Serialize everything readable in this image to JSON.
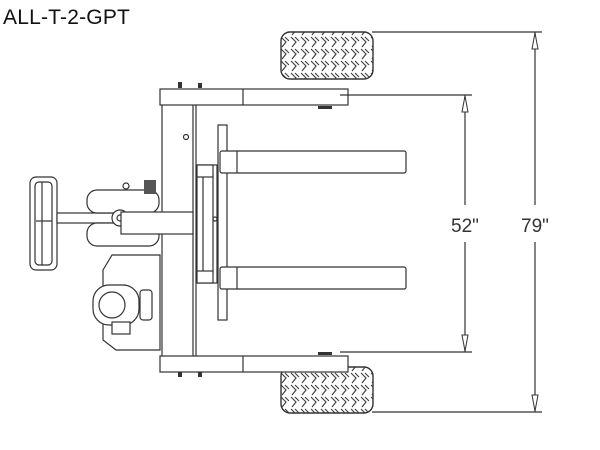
{
  "title": "ALL-T-2-GPT",
  "dimensions": {
    "inner_width": "52\"",
    "overall_width": "79\""
  }
}
